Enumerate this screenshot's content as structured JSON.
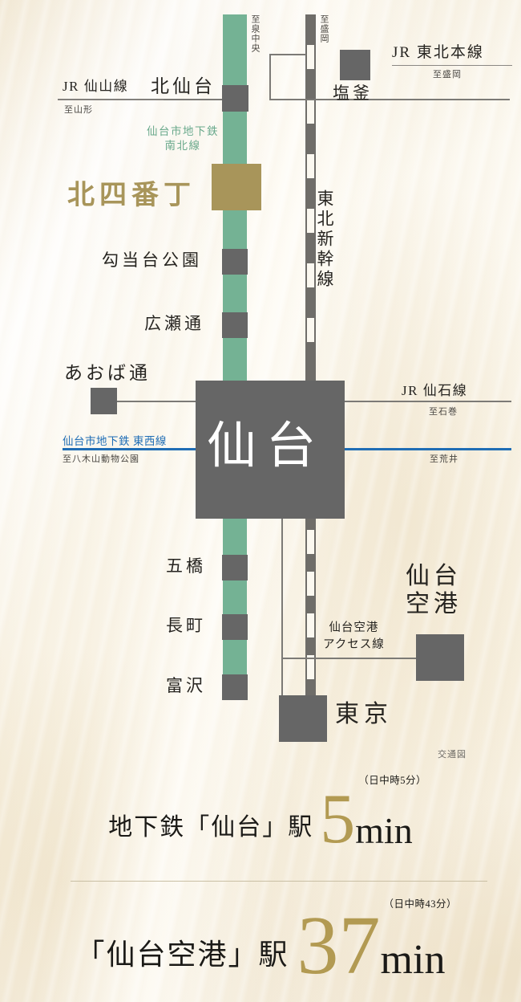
{
  "caption": "交通図",
  "lines": {
    "namboku": {
      "name": "仙台市地下鉄\n南北線",
      "name_l1": "仙台市地下鉄",
      "name_l2": "南北線",
      "color": "#74b294"
    },
    "tozai": {
      "name": "仙台市地下鉄 東西線",
      "color": "#1f6db5",
      "left_dest": "至八木山動物公園",
      "right_dest": "至荒井"
    },
    "senzan": {
      "name": "JR 仙山線",
      "dest": "至山形"
    },
    "senseki": {
      "name": "JR 仙石線",
      "dest": "至石巻"
    },
    "tohoku_honsen": {
      "name": "JR 東北本線",
      "dest": "至盛岡"
    },
    "shinkansen": {
      "name": "東北新幹線",
      "dest": "至盛岡"
    },
    "airport_access": {
      "name_l1": "仙台空港",
      "name_l2": "アクセス線"
    },
    "namboku_north_dest": "至泉中央"
  },
  "stations": {
    "kitasendai": "北仙台",
    "kitayobancho": "北四番丁",
    "kotodaikoen": "勾当台公園",
    "hirosedori": "広瀬通",
    "aobadori": "あおば通",
    "sendai": "仙台",
    "itsutsubashi": "五橋",
    "nagamachi": "長町",
    "tomizawa": "富沢",
    "shiogama": "塩釜",
    "sendai_airport_l1": "仙台",
    "sendai_airport_l2": "空港",
    "tokyo": "東京"
  },
  "times": [
    {
      "label": "地下鉄「仙台」駅",
      "value": "5",
      "unit": "min",
      "note": "（日中時5分）"
    },
    {
      "label": "「仙台空港」駅",
      "value": "37",
      "unit": "min",
      "note": "（日中時43分）"
    }
  ],
  "colors": {
    "gold": "#a8955a",
    "green": "#74b294",
    "blue": "#1f6db5",
    "station_gray": "#666666",
    "background": "#faf6ec"
  }
}
